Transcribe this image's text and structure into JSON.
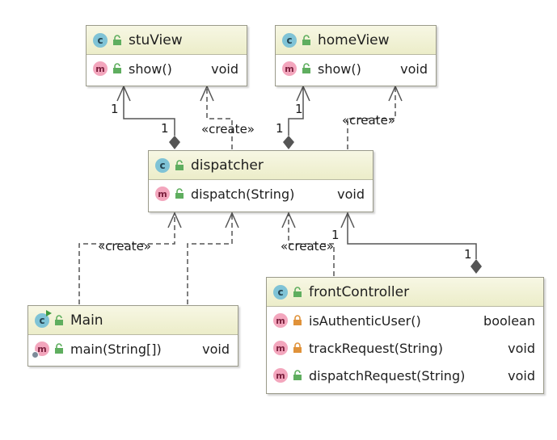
{
  "classes": {
    "stuView": {
      "name": "stuView",
      "methods": [
        {
          "signature": "show()",
          "return_type": "void"
        }
      ]
    },
    "homeView": {
      "name": "homeView",
      "methods": [
        {
          "signature": "show()",
          "return_type": "void"
        }
      ]
    },
    "dispatcher": {
      "name": "dispatcher",
      "methods": [
        {
          "signature": "dispatch(String)",
          "return_type": "void"
        }
      ]
    },
    "main": {
      "name": "Main",
      "methods": [
        {
          "signature": "main(String[])",
          "return_type": "void"
        }
      ]
    },
    "frontController": {
      "name": "frontController",
      "methods": [
        {
          "signature": "isAuthenticUser()",
          "return_type": "boolean"
        },
        {
          "signature": "trackRequest(String)",
          "return_type": "void"
        },
        {
          "signature": "dispatchRequest(String)",
          "return_type": "void"
        }
      ]
    }
  },
  "badges": {
    "class_letter": "c",
    "method_letter": "m"
  },
  "labels": {
    "create": "«create»",
    "one": "1"
  },
  "relations": [
    {
      "type": "composition",
      "from": "dispatcher",
      "to": "stuView",
      "multiplicity_source": "1",
      "multiplicity_target": "1"
    },
    {
      "type": "dependency",
      "from": "dispatcher",
      "to": "stuView",
      "stereotype": "«create»"
    },
    {
      "type": "composition",
      "from": "dispatcher",
      "to": "homeView",
      "multiplicity_source": "1",
      "multiplicity_target": "1"
    },
    {
      "type": "dependency",
      "from": "dispatcher",
      "to": "homeView",
      "stereotype": "«create»"
    },
    {
      "type": "dependency",
      "from": "Main",
      "to": "dispatcher",
      "stereotype": "«create»"
    },
    {
      "type": "dependency",
      "from": "Main",
      "to": "dispatcher",
      "stereotype": ""
    },
    {
      "type": "dependency",
      "from": "frontController",
      "to": "dispatcher",
      "stereotype": "«create»"
    },
    {
      "type": "composition",
      "from": "frontController",
      "to": "dispatcher",
      "multiplicity_source": "1",
      "multiplicity_target": "1"
    }
  ],
  "colors": {
    "header_bg": "#eeefcb",
    "border": "#9a9a8a",
    "class_badge": "#7fc3d6",
    "method_badge": "#f3a6bd",
    "public_icon": "#5fae5f",
    "private_icon": "#e0923a",
    "line": "#555555"
  }
}
